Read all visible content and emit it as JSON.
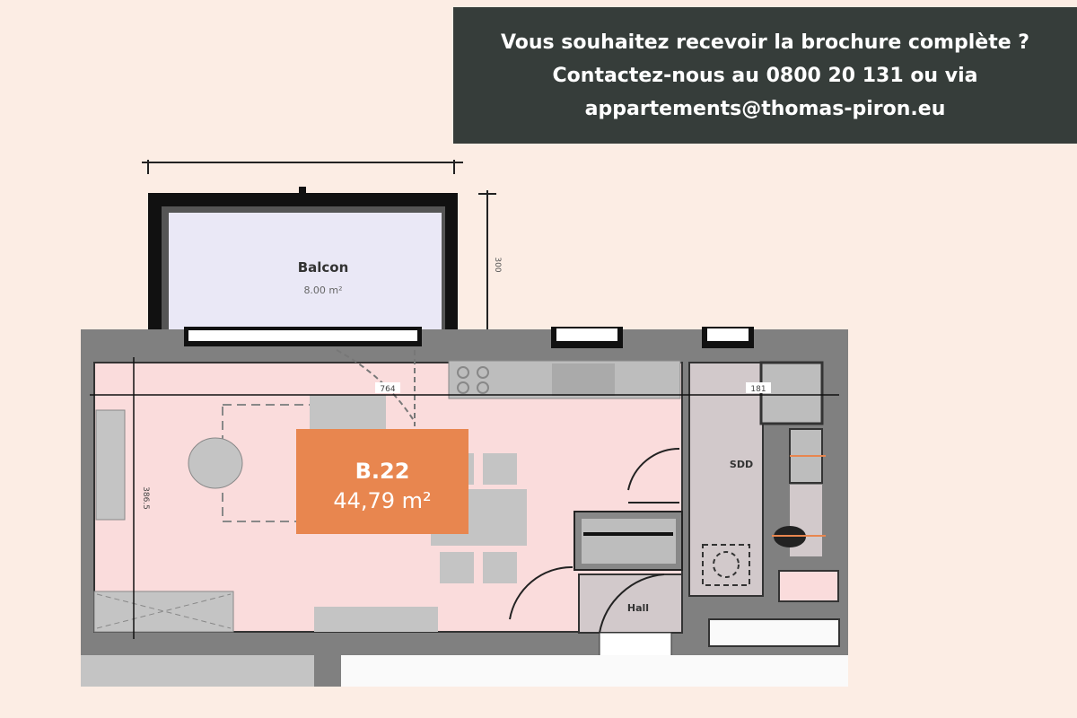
{
  "banner": {
    "line1": "Vous souhaitez recevoir la brochure complète ?",
    "line2": "Contactez-nous au 0800 20 131 ou via",
    "line3": "appartements@thomas-piron.eu"
  },
  "plan": {
    "unit_code": "B.22",
    "unit_area": "44,79 m²",
    "rooms": {
      "balcony_name": "Balcon",
      "balcony_area": "8.00 m²",
      "bathroom": "SDD",
      "hall": "Hall"
    },
    "dimensions": {
      "living_width": "764",
      "bath_width": "181",
      "balcony_depth": "300",
      "living_depth": "386.5"
    },
    "colors": {
      "background": "#fcede4",
      "banner": "#363d3a",
      "unit_label": "#e8864f",
      "living_floor": "#fadcdc",
      "balcony_floor": "#eae8f6",
      "wall": "#808080"
    }
  }
}
